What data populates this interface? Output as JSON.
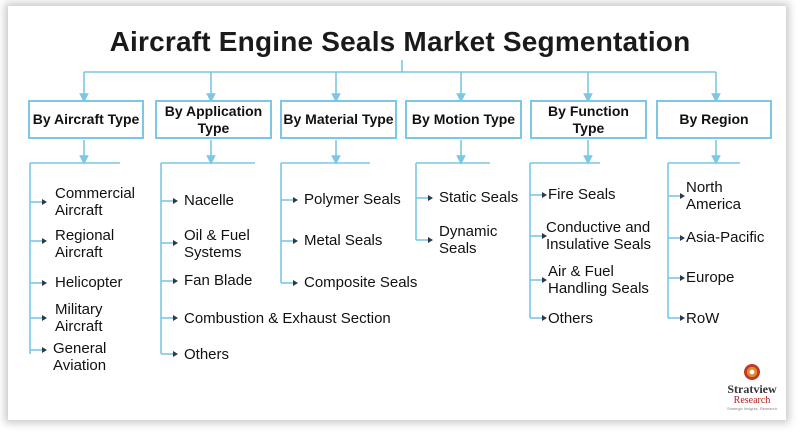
{
  "title": "Aircraft Engine Seals Market Segmentation",
  "colors": {
    "connector": "#7cc6e6",
    "bullet": "#2a3a4a",
    "border": "#7cc6e6"
  },
  "segments": [
    {
      "label": "By Aircraft Type",
      "items": [
        "Commercial Aircraft",
        "Regional Aircraft",
        "Helicopter",
        "Military Aircraft",
        "General Aviation"
      ]
    },
    {
      "label": "By Application Type",
      "items": [
        "Nacelle",
        "Oil & Fuel Systems",
        "Fan Blade",
        "Combustion & Exhaust Section",
        "Others"
      ]
    },
    {
      "label": "By Material Type",
      "items": [
        "Polymer Seals",
        "Metal Seals",
        "Composite Seals"
      ]
    },
    {
      "label": "By Motion Type",
      "items": [
        "Static Seals",
        "Dynamic Seals"
      ]
    },
    {
      "label": "By Function Type",
      "items": [
        "Fire Seals",
        "Conductive and Insulative Seals",
        "Air & Fuel Handling Seals",
        "Others"
      ]
    },
    {
      "label": "By Region",
      "items": [
        "North America",
        "Asia-Pacific",
        "Europe",
        "RoW"
      ]
    }
  ],
  "logo": {
    "name": "Stratview",
    "sub": "Research",
    "tag": "Strategic Insights. Research"
  }
}
